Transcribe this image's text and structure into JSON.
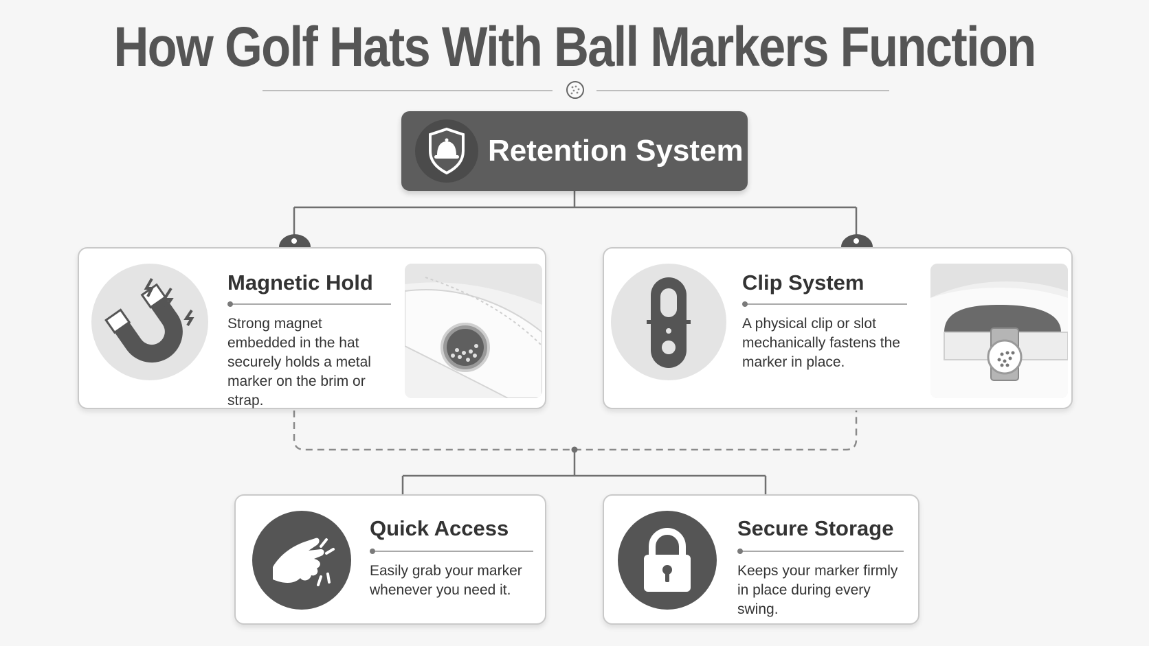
{
  "title": "How Golf Hats With Ball Markers Function",
  "header": {
    "label": "Retention System"
  },
  "cards": [
    {
      "title": "Magnetic Hold",
      "text": "Strong magnet embedded in the hat securely holds a metal marker on the brim or strap."
    },
    {
      "title": "Clip System",
      "text": "A physical clip or slot mechanically fastens the marker in place."
    },
    {
      "title": "Quick Access",
      "text": "Easily grab your marker whenever you need it."
    },
    {
      "title": "Secure Storage",
      "text": "Keeps your marker firmly in place during every swing."
    }
  ],
  "colors": {
    "header_bg": "#5d5d5d",
    "card_bg": "#ffffff",
    "connector": "#6f6f6f",
    "icon_dark": "#555555",
    "icon_light": "#e4e4e4"
  },
  "icons": [
    "golf-ball-icon",
    "shield-hat-icon",
    "magnet-icon",
    "clip-icon",
    "hand-grab-icon",
    "padlock-icon"
  ]
}
